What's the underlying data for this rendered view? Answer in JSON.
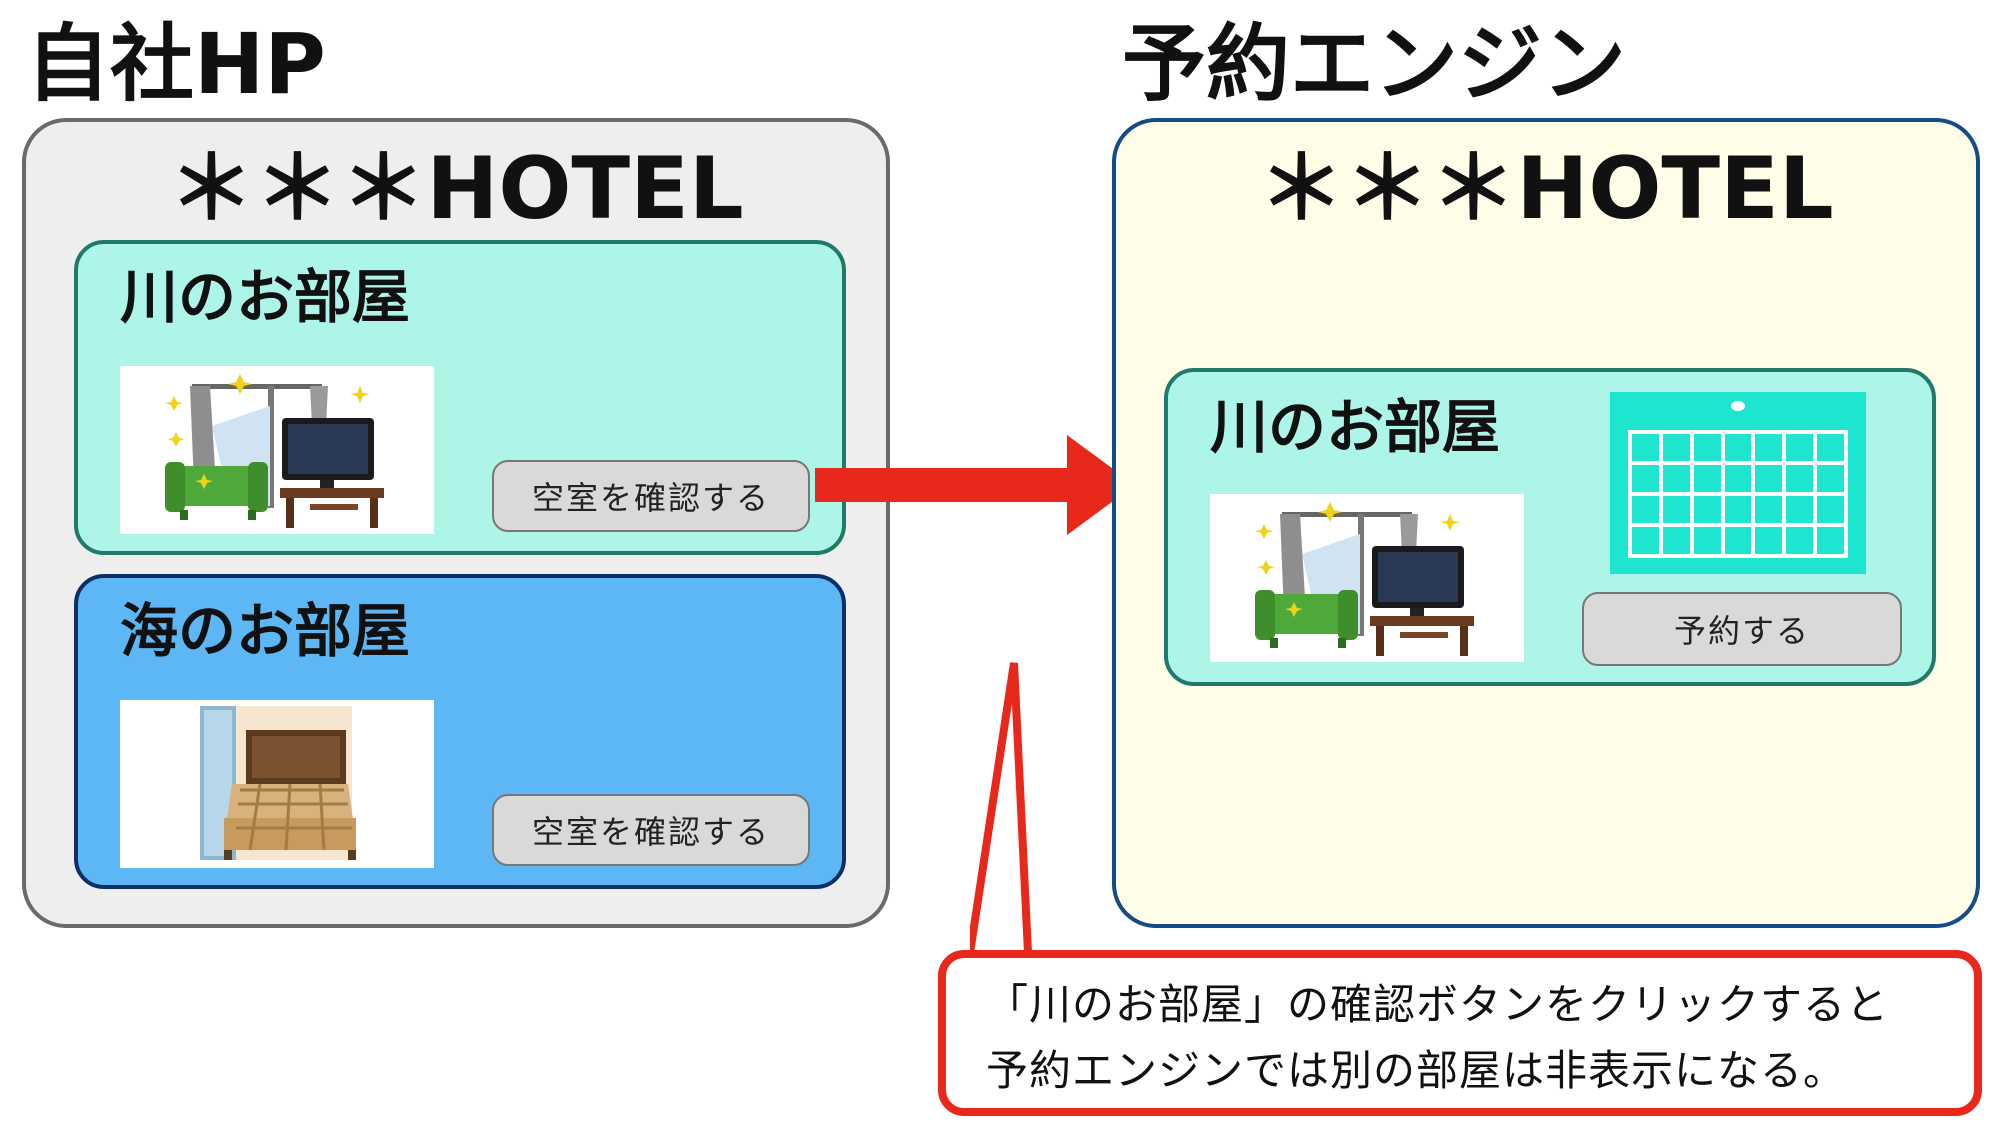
{
  "left_heading": "自社HP",
  "right_heading": "予約エンジン",
  "hotel_site": {
    "title": "＊＊＊HOTEL",
    "rooms": [
      {
        "name": "川のお部屋",
        "button_label": "空室を確認する",
        "photo": "living-room-illustration"
      },
      {
        "name": "海のお部屋",
        "button_label": "空室を確認する",
        "photo": "bedroom-illustration"
      }
    ]
  },
  "booking_engine": {
    "title": "＊＊＊HOTEL",
    "room": {
      "name": "川のお部屋",
      "button_label": "予約する",
      "photo": "living-room-illustration",
      "widget": "calendar-icon"
    }
  },
  "note": {
    "line1": "「川のお部屋」の確認ボタンをクリックすると",
    "line2": "予約エンジンでは別の部屋は非表示になる。"
  },
  "colors": {
    "hotel_site_bg": "#eeeeee",
    "booking_bg": "#fffde8",
    "river_card": "#adf5e8",
    "sea_card": "#5db7f5",
    "calendar": "#1ee5cf",
    "arrow": "#e8281a"
  }
}
